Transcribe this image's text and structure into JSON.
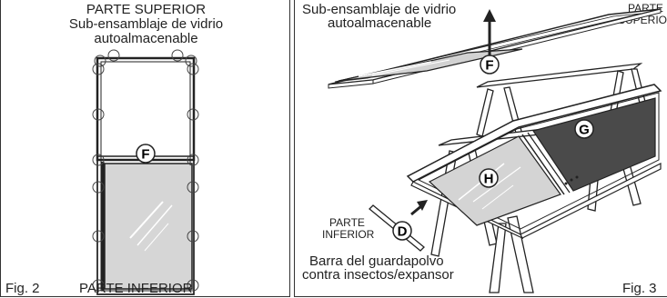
{
  "fig2": {
    "top_label": "PARTE SUPERIOR",
    "subassembly_line1": "Sub-ensamblaje de vidrio",
    "subassembly_line2": "autoalmacenable",
    "callout_f": "F",
    "fig_label": "Fig. 2",
    "bottom_label": "PARTE INFERIOR"
  },
  "fig3": {
    "subassembly_line1": "Sub-ensamblaje de vidrio",
    "subassembly_line2": "autoalmacenable",
    "top_label_line1": "PARTE",
    "top_label_line2": "SUPERIOR",
    "bottom_label_line1": "PARTE",
    "bottom_label_line2": "INFERIOR",
    "callout_f": "F",
    "callout_g": "G",
    "callout_h": "H",
    "callout_d": "D",
    "bar_line1": "Barra del guardapolvo",
    "bar_line2": "contra insectos/expansor",
    "fig_label": "Fig. 3"
  },
  "colors": {
    "line": "#222222",
    "glass": "#d6d6d6",
    "screen": "#4a4a4a"
  }
}
